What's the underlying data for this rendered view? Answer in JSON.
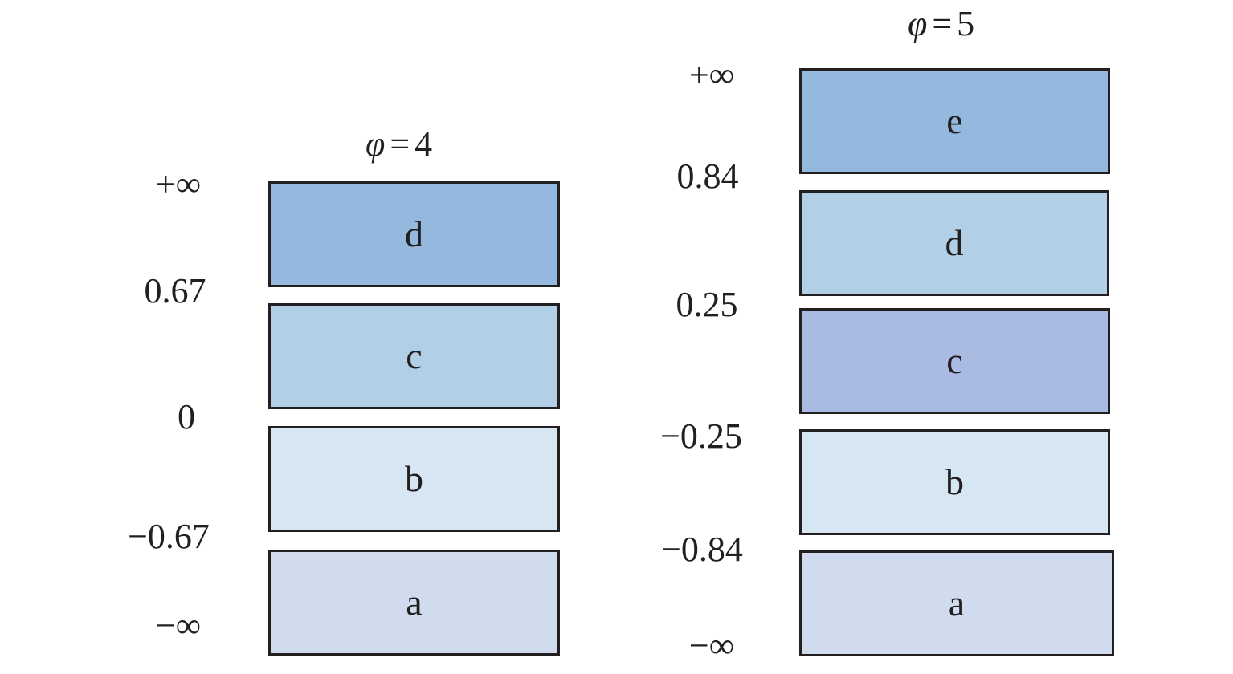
{
  "left": {
    "title": {
      "symbol": "φ",
      "eq": "=",
      "value": "4"
    },
    "bounds": [
      "+∞",
      "0.67",
      "0",
      "−0.67",
      "−∞"
    ],
    "boxes": [
      {
        "label": "d",
        "color": "#94b8de"
      },
      {
        "label": "c",
        "color": "#b1cfe6"
      },
      {
        "label": "b",
        "color": "#d6e6f3"
      },
      {
        "label": "a",
        "color": "#d0dced"
      }
    ]
  },
  "right": {
    "title": {
      "symbol": "φ",
      "eq": "=",
      "value": "5"
    },
    "bounds": [
      "+∞",
      "0.84",
      "0.25",
      "−0.25",
      "−0.84",
      "−∞"
    ],
    "boxes": [
      {
        "label": "e",
        "color": "#94b8de"
      },
      {
        "label": "d",
        "color": "#b1cfe6"
      },
      {
        "label": "c",
        "color": "#a9bbe2"
      },
      {
        "label": "b",
        "color": "#d6e6f3"
      },
      {
        "label": "a",
        "color": "#d0dced"
      }
    ]
  }
}
